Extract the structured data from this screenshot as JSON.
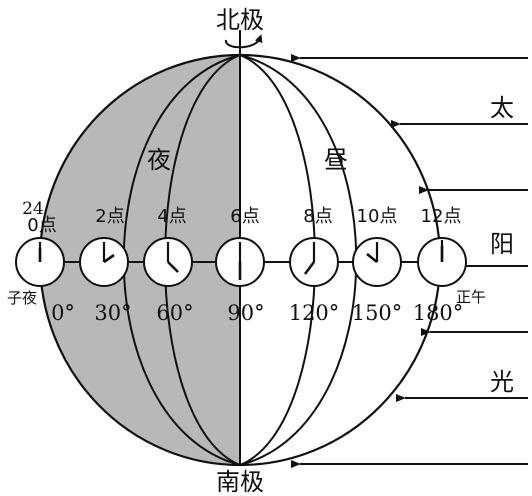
{
  "poles": {
    "north": "北极",
    "south": "南极"
  },
  "regions": {
    "night": "夜",
    "day": "昼"
  },
  "sunlight_chars": [
    "太",
    "阳",
    "光"
  ],
  "labels": {
    "midnight": "子夜",
    "noon": "正午",
    "midnight_hour_top": "24"
  },
  "clocks": [
    {
      "hour": "0点",
      "longitude": "0°"
    },
    {
      "hour": "2点",
      "longitude": "30°"
    },
    {
      "hour": "4点",
      "longitude": "60°"
    },
    {
      "hour": "6点",
      "longitude": "90°"
    },
    {
      "hour": "8点",
      "longitude": "120°"
    },
    {
      "hour": "10点",
      "longitude": "150°"
    },
    {
      "hour": "12点",
      "longitude": "180°"
    }
  ],
  "colors": {
    "night_fill": "#b8b8b8",
    "line": "#111111",
    "background": "#ffffff"
  }
}
